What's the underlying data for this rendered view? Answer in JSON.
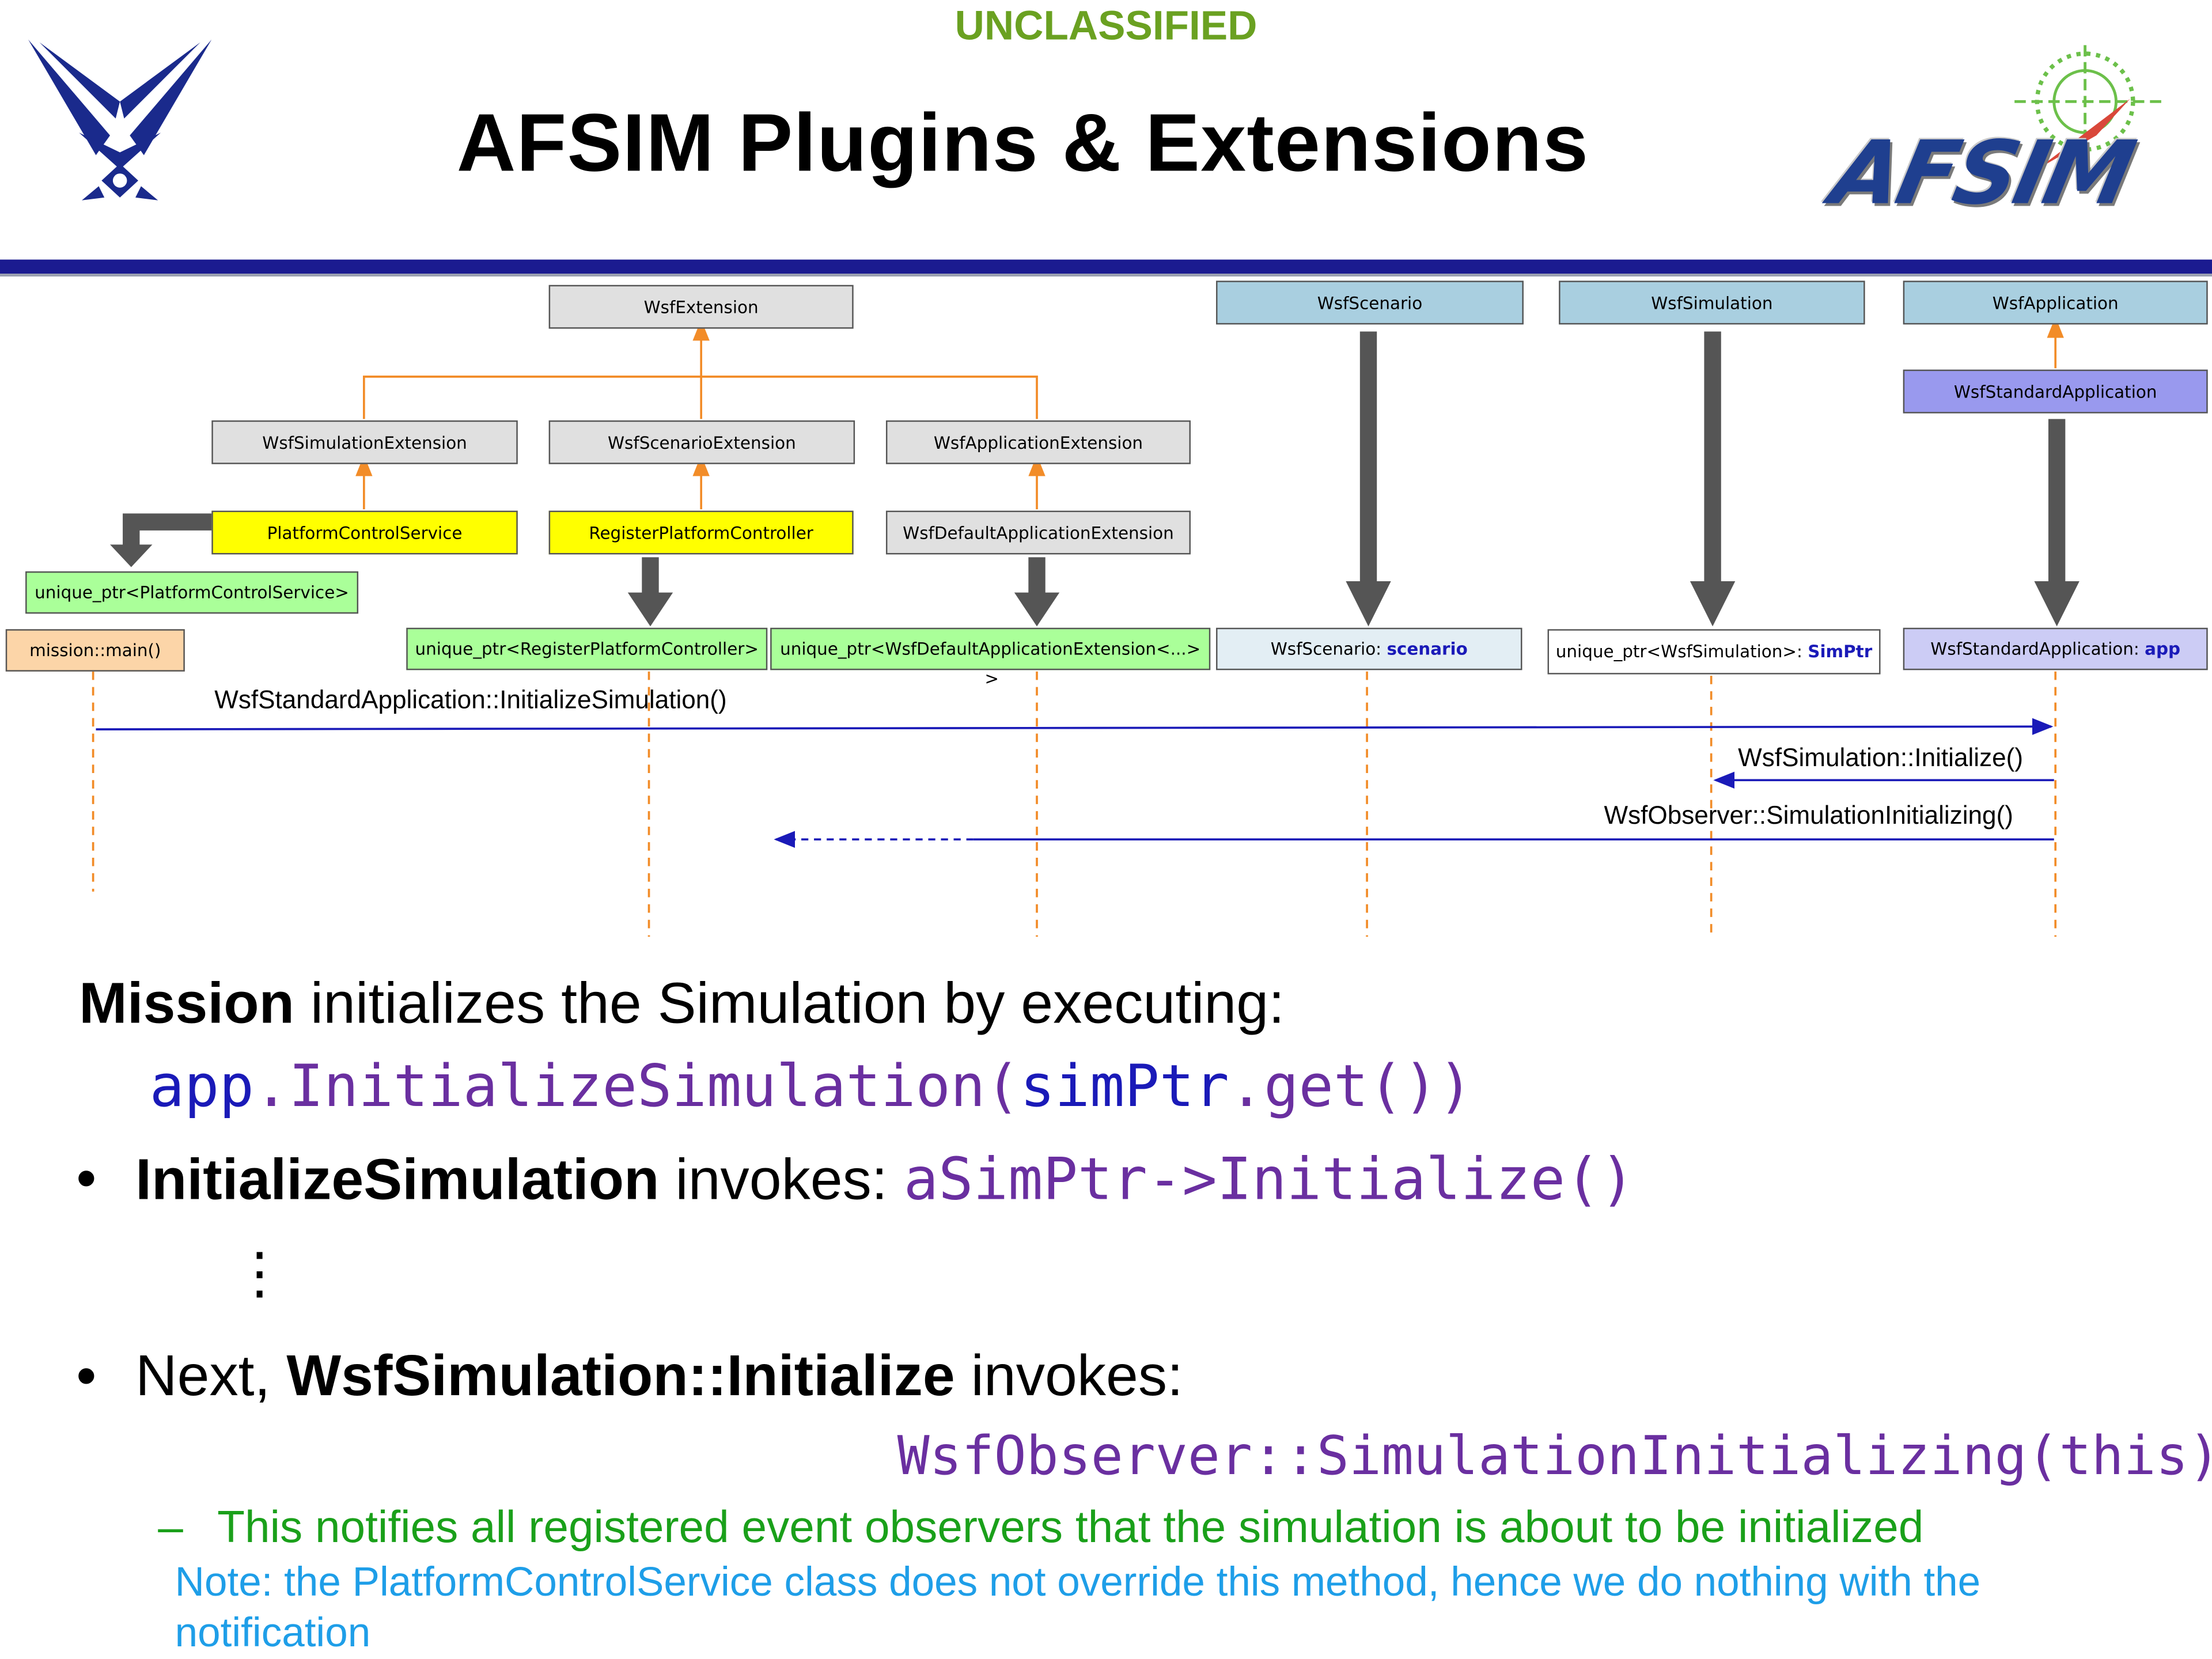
{
  "header": {
    "classification": "UNCLASSIFIED",
    "title": "AFSIM Plugins & Extensions",
    "logo_left": "air-force-wings-logo",
    "logo_right_text": "AFSIM"
  },
  "diagram": {
    "class_boxes": {
      "wsf_extension": "WsfExtension",
      "wsf_scenario": "WsfScenario",
      "wsf_simulation": "WsfSimulation",
      "wsf_application": "WsfApplication",
      "wsf_standard_application": "WsfStandardApplication",
      "wsf_simulation_extension": "WsfSimulationExtension",
      "wsf_scenario_extension": "WsfScenarioExtension",
      "wsf_application_extension": "WsfApplicationExtension",
      "platform_control_service": "PlatformControlService",
      "register_platform_controller": "RegisterPlatformController",
      "wsf_default_application_extension": "WsfDefaultApplicationExtension"
    },
    "object_boxes": {
      "unique_ptr_pcs": "unique_ptr<PlatformControlService>",
      "mission_main": "mission::main()",
      "unique_ptr_rpc": "unique_ptr<RegisterPlatformController>",
      "unique_ptr_wdae": "unique_ptr<WsfDefaultApplicationExtension<...>",
      "unique_ptr_wdae_overflow": ">",
      "scenario_type": "WsfScenario: ",
      "scenario_name": "scenario",
      "simulation_type": "unique_ptr<WsfSimulation>: ",
      "simulation_name": "SimPtr",
      "app_type": "WsfStandardApplication: ",
      "app_name": "app"
    },
    "messages": {
      "initialize_simulation": "WsfStandardApplication::InitializeSimulation()",
      "simulation_initialize": "WsfSimulation::Initialize()",
      "observer_initializing": "WsfObserver::SimulationInitializing()"
    },
    "colors": {
      "inherit_arrow": "#f28c28",
      "message_arrow": "#1a1ab8",
      "lifeline": "#f28c28",
      "ownership_arrow": "#555555"
    }
  },
  "body": {
    "line1_bold": "Mission",
    "line1_rest": " initializes the Simulation by executing:",
    "code1_obj": "app",
    "code1_dot": ".",
    "code1_method": "InitializeSimulation(",
    "code1_arg": "simPtr",
    "code1_tail": ".get())",
    "bullet1_bold": "InitializeSimulation",
    "bullet1_rest": " invokes: ",
    "bullet1_code": "aSimPtr->Initialize()",
    "ellipsis": "⋮",
    "bullet2_lead": "Next, ",
    "bullet2_bold": "WsfSimulation::Initialize",
    "bullet2_rest": " invokes:",
    "code2": "WsfObserver::SimulationInitializing(this)",
    "sub_dash": "–",
    "sub_text": "This notifies all registered event observers that the simulation is about to be initialized",
    "note_line1": "Note:  the PlatformControlService class does not override this method, hence we do nothing with the",
    "note_line2": "notification",
    "bullet_char": "•"
  }
}
